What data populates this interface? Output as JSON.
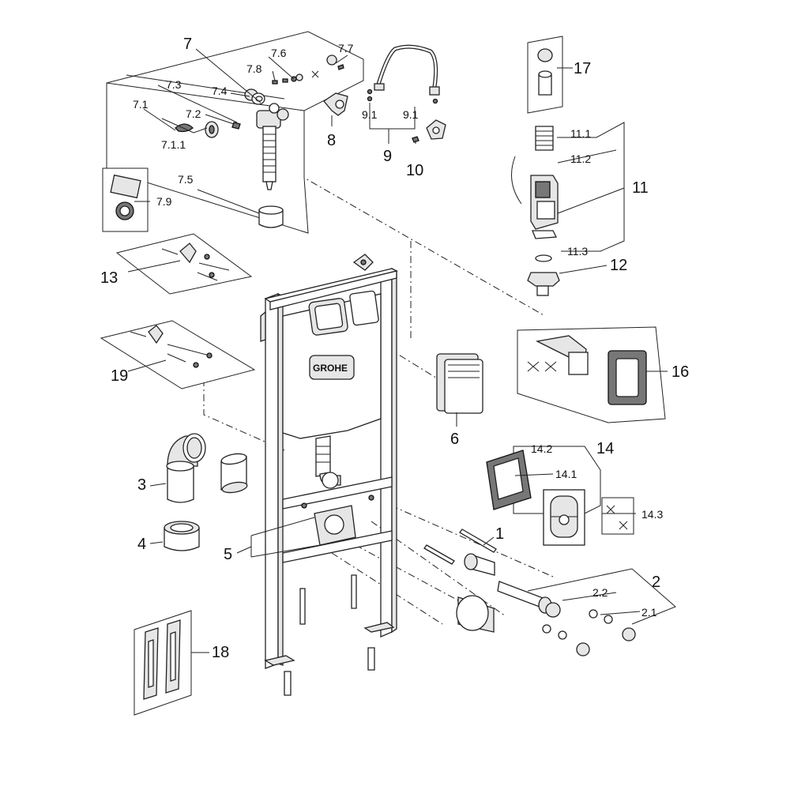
{
  "labels": {
    "p7": "7",
    "p7_1": "7.1",
    "p7_1_1": "7.1.1",
    "p7_2": "7.2",
    "p7_3": "7.3",
    "p7_4": "7.4",
    "p7_5": "7.5",
    "p7_6": "7.6",
    "p7_7": "7.7",
    "p7_8": "7.8",
    "p7_9": "7.9",
    "p8": "8",
    "p9": "9",
    "p9_1a": "9.1",
    "p9_1b": "9.1",
    "p10": "10",
    "p11": "11",
    "p11_1": "11.1",
    "p11_2": "11.2",
    "p11_3": "11.3",
    "p12": "12",
    "p13": "13",
    "p14": "14",
    "p14_1": "14.1",
    "p14_2": "14.2",
    "p14_3": "14.3",
    "p16": "16",
    "p17": "17",
    "p18": "18",
    "p19": "19",
    "p1": "1",
    "p2": "2",
    "p2_1": "2.1",
    "p2_2": "2.2",
    "p3": "3",
    "p4": "4",
    "p5": "5",
    "p6": "6"
  },
  "brand_plate_text": "GROHE"
}
